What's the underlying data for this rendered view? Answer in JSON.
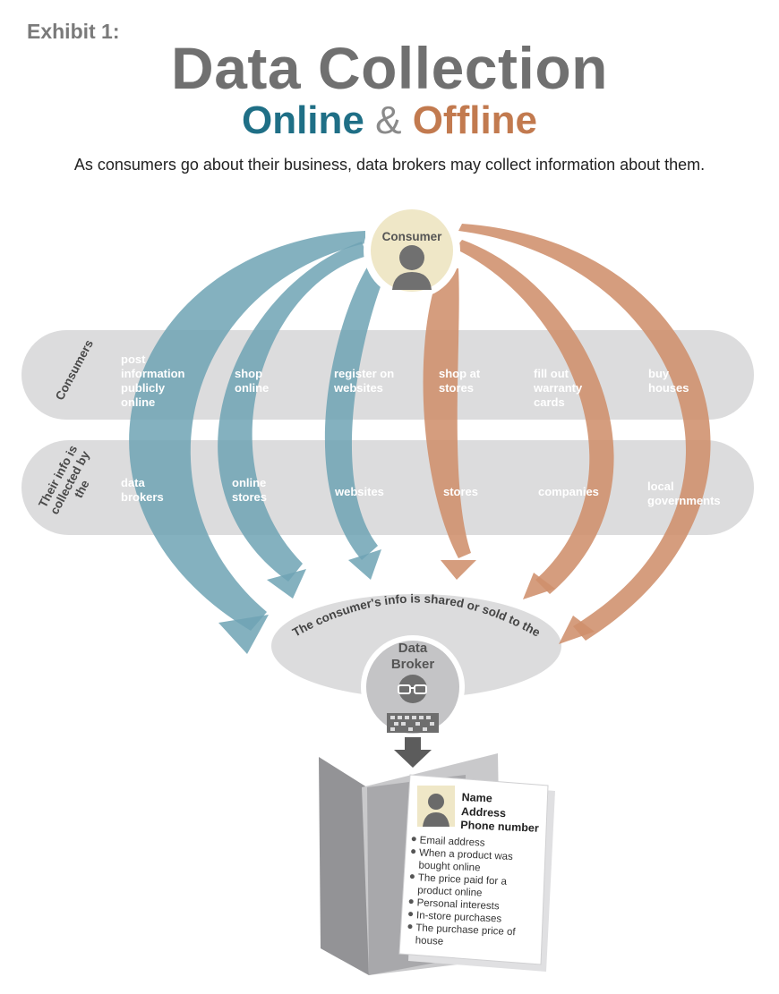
{
  "header": {
    "exhibit": "Exhibit 1:",
    "title": "Data Collection",
    "subtitle_online": "Online",
    "subtitle_amp": "&",
    "subtitle_offline": "Offline",
    "intro": "As consumers go about their business, data brokers may collect information about them."
  },
  "colors": {
    "online": "#1f6f86",
    "offline": "#c27a4f",
    "online_arrow": "#6fa3b4",
    "offline_arrow": "#cf8f6c",
    "band": "#dcdcdd"
  },
  "consumer": {
    "label": "Consumer",
    "icon": "person-icon"
  },
  "rows": {
    "consumers_title": "Consumers",
    "collected_title": "Their info is collected by the"
  },
  "channels": [
    {
      "action": "post information publicly online",
      "collector": "data brokers",
      "kind": "online"
    },
    {
      "action": "shop online",
      "collector": "online stores",
      "kind": "online"
    },
    {
      "action": "register on websites",
      "collector": "websites",
      "kind": "online"
    },
    {
      "action": "shop at stores",
      "collector": "stores",
      "kind": "offline"
    },
    {
      "action": "fill out warranty cards",
      "collector": "companies",
      "kind": "offline"
    },
    {
      "action": "buy houses",
      "collector": "local governments",
      "kind": "offline"
    }
  ],
  "shared_text": "The consumer's info is shared or sold to the",
  "broker": {
    "label_line1": "Data",
    "label_line2": "Broker",
    "icon": "data-broker-icon"
  },
  "profile": {
    "name": "Name",
    "address": "Address",
    "phone": "Phone number",
    "items": [
      "Email address",
      "When a product was bought online",
      "The price paid for a product online",
      "Personal interests",
      "In-store purchases",
      "The purchase price of house"
    ]
  }
}
